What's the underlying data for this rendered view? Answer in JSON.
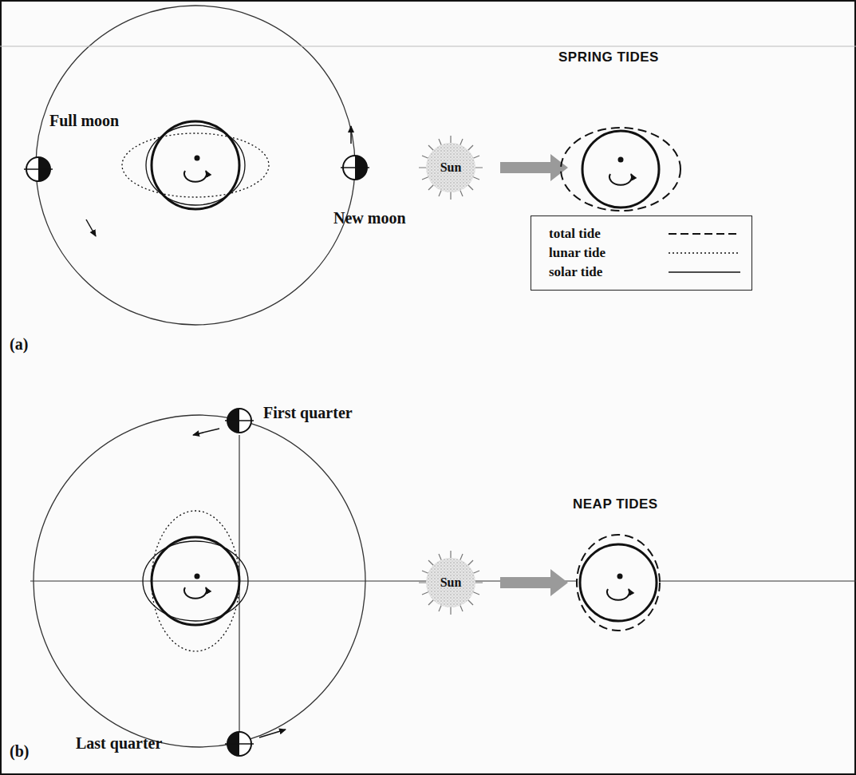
{
  "diagram": {
    "nodes": [
      {
        "text": [
          "Sun"
        ]
      },
      {
        "text": [
          "Sun"
        ]
      }
    ],
    "labels": [
      "Full moon",
      "New moon",
      "SPRING TIDES",
      "(a)",
      "First quarter",
      "Last quarter",
      "NEAP TIDES",
      "(b)"
    ],
    "legend": [
      {
        "text": "total tide"
      },
      {
        "text": "lunar tide"
      },
      {
        "text": "solar tide"
      }
    ]
  }
}
